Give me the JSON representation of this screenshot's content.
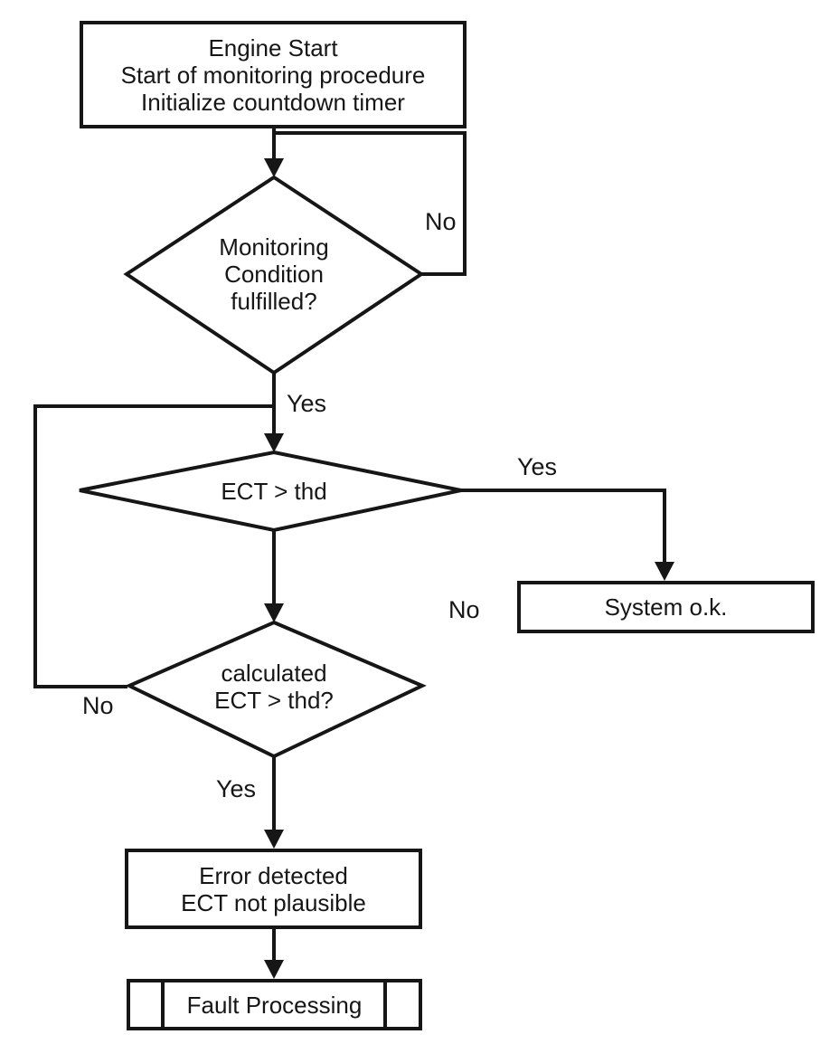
{
  "nodes": {
    "start": {
      "lines": [
        "Engine Start",
        "Start of monitoring procedure",
        "Initialize countdown timer"
      ]
    },
    "monitoring_decision": {
      "lines": [
        "Monitoring",
        "Condition",
        "fulfilled?"
      ]
    },
    "ect_decision": {
      "label": "ECT > thd"
    },
    "system_ok": {
      "label": "System o.k."
    },
    "calculated_decision": {
      "lines": [
        "calculated",
        "ECT > thd?"
      ]
    },
    "error": {
      "lines": [
        "Error detected",
        "ECT not plausible"
      ]
    },
    "fault": {
      "label": "Fault Processing"
    }
  },
  "edge_labels": {
    "monitoring_no": "No",
    "monitoring_yes": "Yes",
    "ect_yes": "Yes",
    "ect_no": "No",
    "calculated_no": "No",
    "calculated_yes": "Yes"
  },
  "colors": {
    "line": "#161616",
    "background": "#ffffff"
  }
}
